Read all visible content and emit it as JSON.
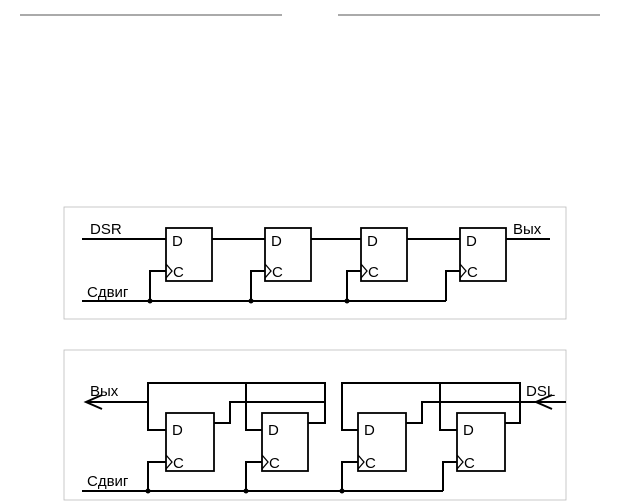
{
  "diagram_right": {
    "input_label": "DSR",
    "output_label": "Вых",
    "clock_label": "Сдвиг",
    "flipflops": [
      {
        "d": "D",
        "c": "C"
      },
      {
        "d": "D",
        "c": "C"
      },
      {
        "d": "D",
        "c": "C"
      },
      {
        "d": "D",
        "c": "C"
      }
    ]
  },
  "diagram_left": {
    "input_label": "DSL",
    "output_label": "Вых",
    "clock_label": "Сдвиг",
    "flipflops": [
      {
        "d": "D",
        "c": "C"
      },
      {
        "d": "D",
        "c": "C"
      },
      {
        "d": "D",
        "c": "C"
      },
      {
        "d": "D",
        "c": "C"
      }
    ]
  }
}
